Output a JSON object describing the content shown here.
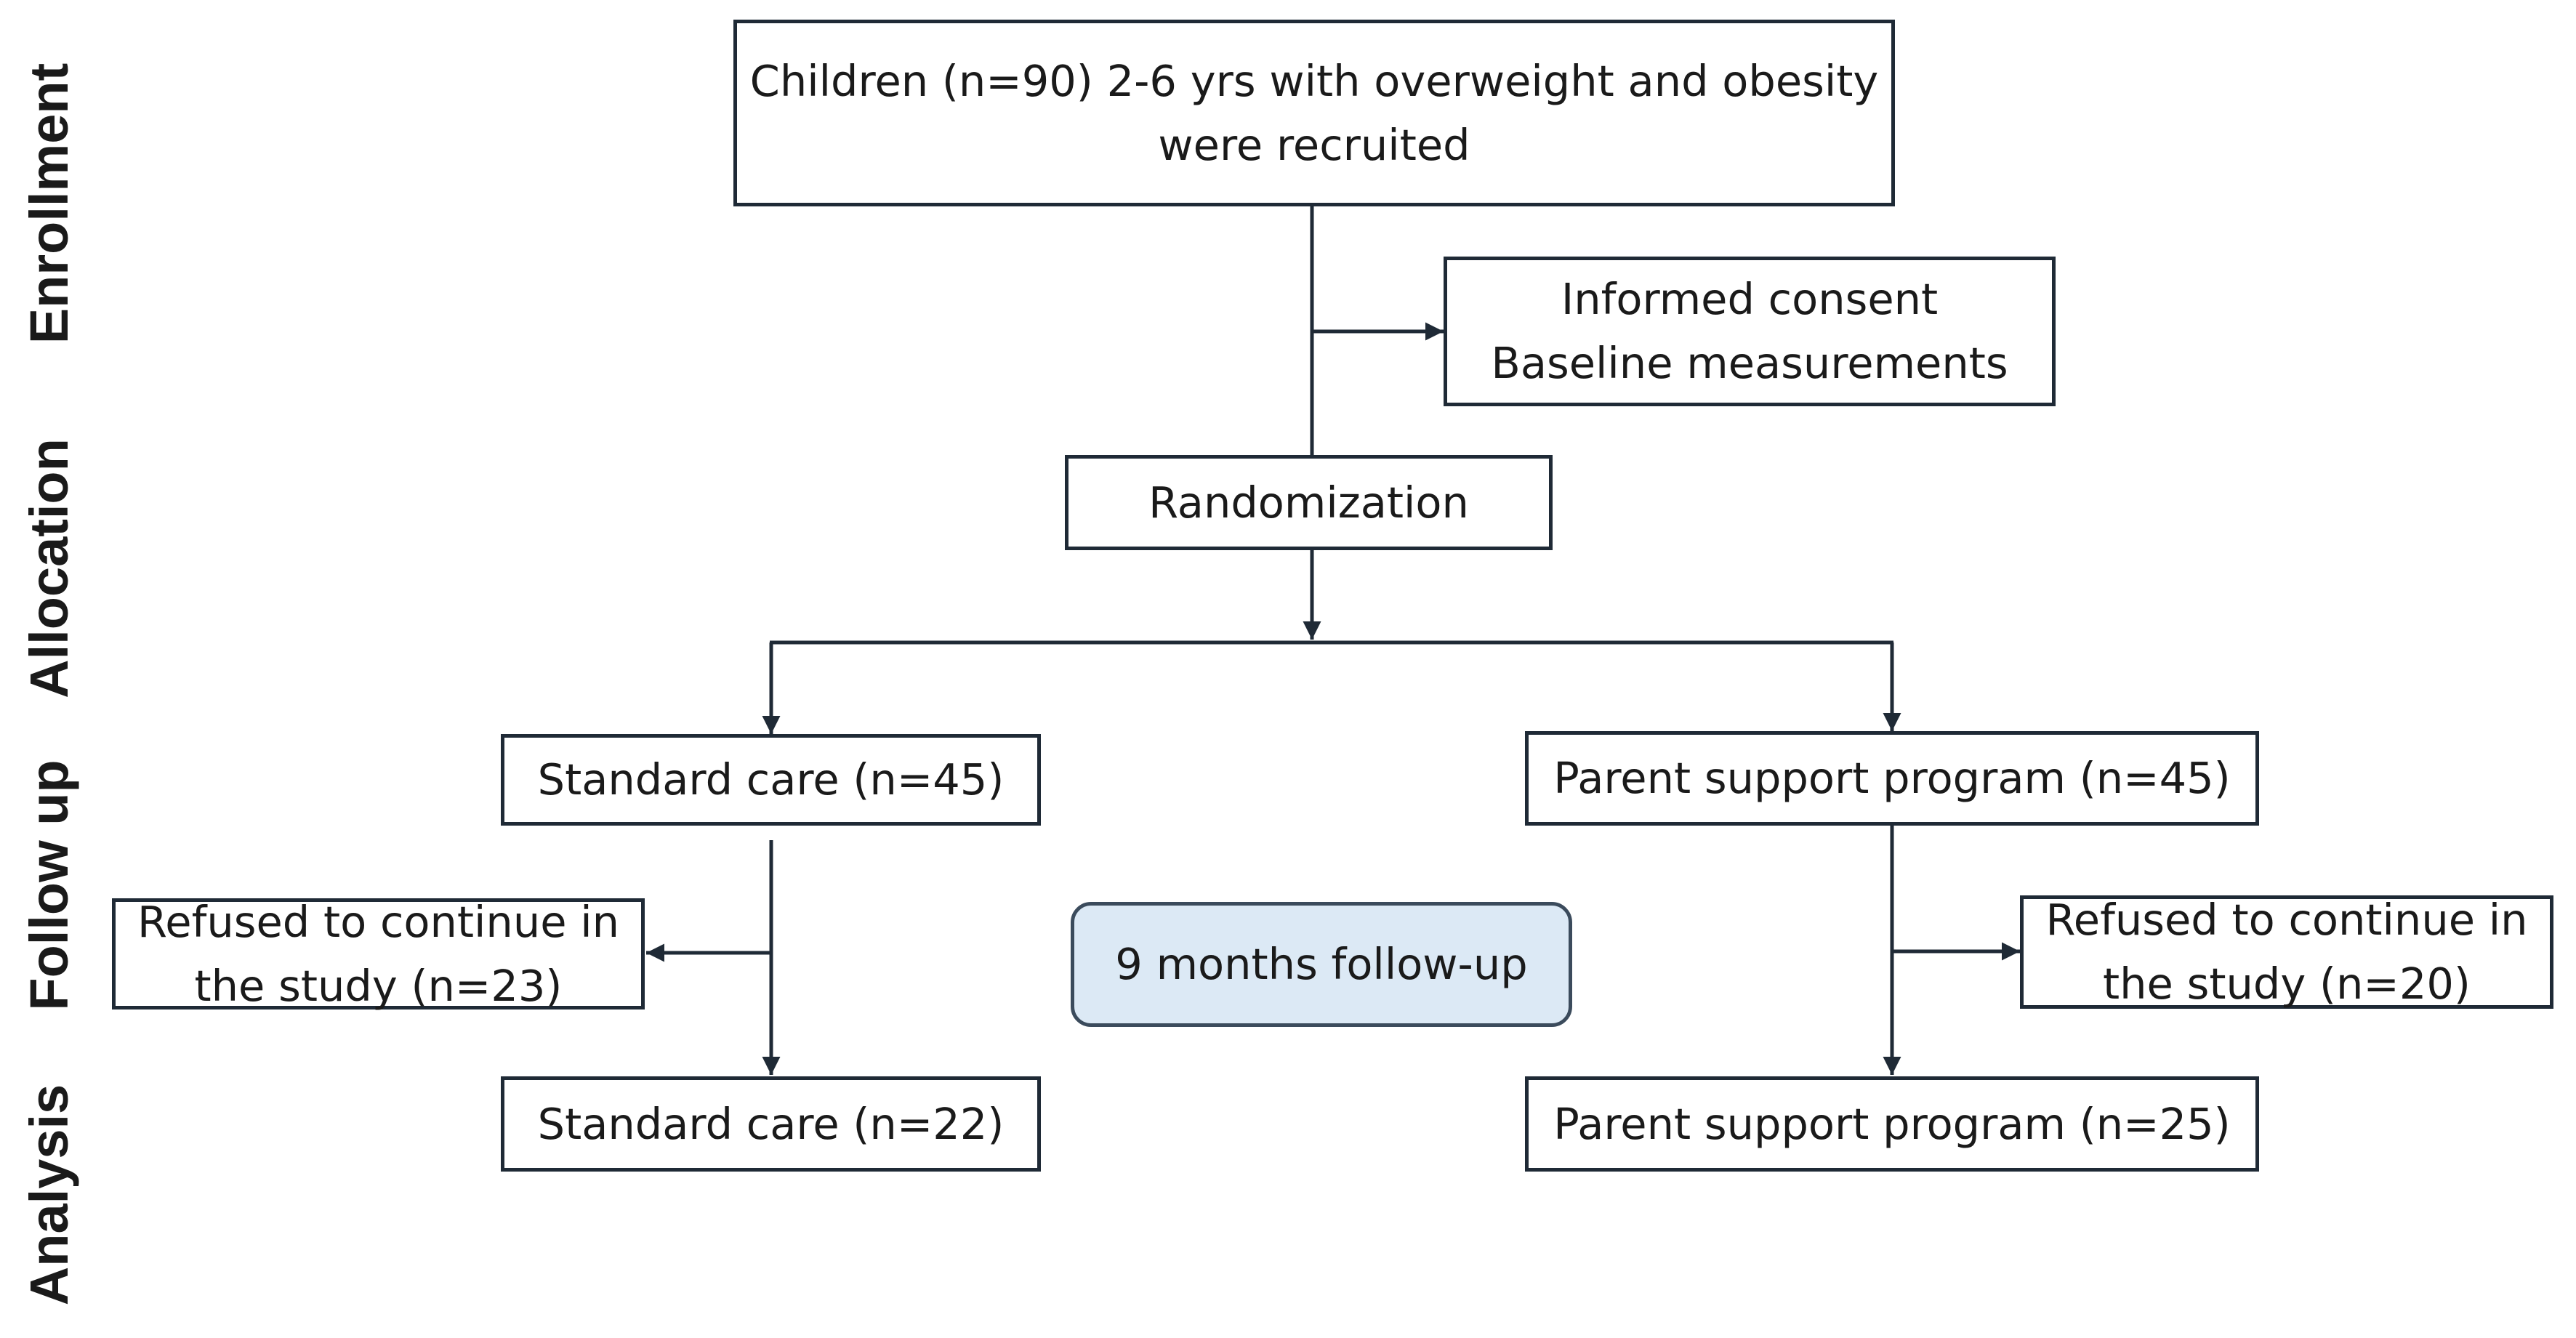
{
  "stages": {
    "enrollment": "Enrollment",
    "allocation": "Allocation",
    "follow_up": "Follow up",
    "analysis": "Analysis"
  },
  "boxes": {
    "recruited": {
      "line1": "Children (n=90) 2-6 yrs with overweight and obesity",
      "line2": "were recruited"
    },
    "consent": {
      "line1": "Informed consent",
      "line2": "Baseline measurements"
    },
    "randomization": "Randomization",
    "standard_care_start": "Standard care (n=45)",
    "parent_program_start": "Parent support program (n=45)",
    "refused_left": {
      "line1": "Refused to continue in",
      "line2": "the study (n=23)"
    },
    "refused_right": {
      "line1": "Refused to continue in",
      "line2": "the study (n=20)"
    },
    "follow_up_period": "9 months follow-up",
    "standard_care_end": "Standard care (n=22)",
    "parent_program_end": "Parent support program (n=25)"
  },
  "colors": {
    "line": "#1f2a36",
    "highlight_fill": "#dce9f5"
  }
}
